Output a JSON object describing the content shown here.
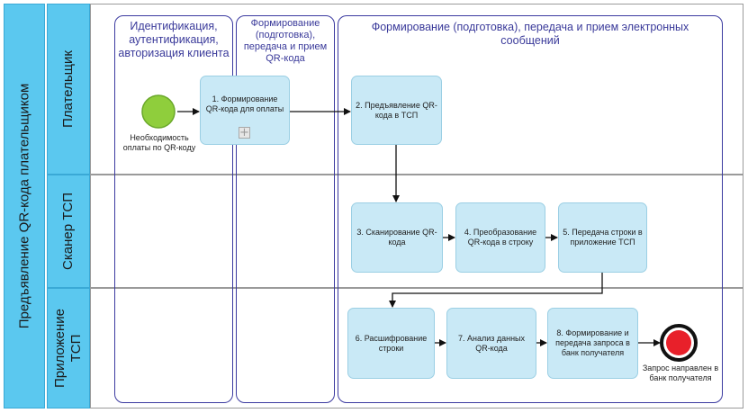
{
  "pool": {
    "label": "Предъявление QR-кода плательщиком"
  },
  "lanes": [
    {
      "label": "Плательщик"
    },
    {
      "label": "Сканер ТСП"
    },
    {
      "label": "Приложение\nТСП"
    }
  ],
  "phases": [
    {
      "title": "Идентификация, аутентификация, авторизация клиента"
    },
    {
      "title": "Формирование (подготовка), передача и прием QR-кода"
    },
    {
      "title": "Формирование (подготовка), передача и прием электронных сообщений"
    }
  ],
  "events": {
    "start": {
      "label": "Необходимость оплаты по QR-коду",
      "color": "#8fce3c"
    },
    "end": {
      "label": "Запрос направлен в банк получателя",
      "color": "#e8202a"
    }
  },
  "tasks": {
    "t1": "1. Формирование QR-кода для оплаты",
    "t2": "2. Предъявление QR-кода в ТСП",
    "t3": "3. Сканирование QR-кода",
    "t4": "4. Преобразование QR-кода в строку",
    "t5": "5. Передача строки в приложение ТСП",
    "t6": "6. Расшифрование строки",
    "t7": "7. Анализ данных QR-кода",
    "t8": "8. Формирование и передача запроса в банк получателя"
  },
  "colors": {
    "lane_header": "#5bc8ef",
    "task_fill": "#c9e9f6",
    "phase_border": "#3b3aa0"
  }
}
